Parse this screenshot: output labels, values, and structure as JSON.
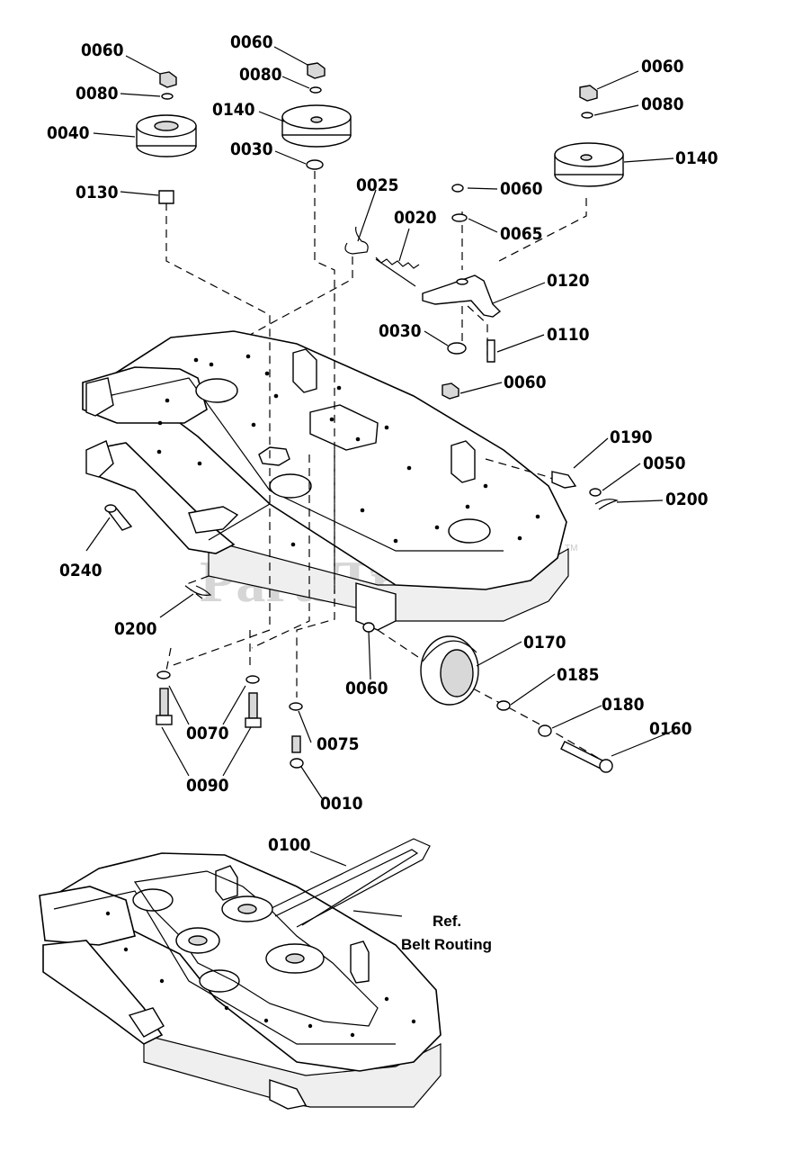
{
  "callouts": [
    {
      "id": "c1",
      "text": "0060"
    },
    {
      "id": "c2",
      "text": "0080"
    },
    {
      "id": "c3",
      "text": "0040"
    },
    {
      "id": "c4",
      "text": "0130"
    },
    {
      "id": "c5",
      "text": "0060"
    },
    {
      "id": "c6",
      "text": "0080"
    },
    {
      "id": "c7",
      "text": "0140"
    },
    {
      "id": "c8",
      "text": "0030"
    },
    {
      "id": "c9",
      "text": "0060"
    },
    {
      "id": "c10",
      "text": "0080"
    },
    {
      "id": "c11",
      "text": "0140"
    },
    {
      "id": "c12",
      "text": "0025"
    },
    {
      "id": "c13",
      "text": "0020"
    },
    {
      "id": "c14",
      "text": "0060"
    },
    {
      "id": "c15",
      "text": "0065"
    },
    {
      "id": "c16",
      "text": "0120"
    },
    {
      "id": "c17",
      "text": "0030"
    },
    {
      "id": "c18",
      "text": "0110"
    },
    {
      "id": "c19",
      "text": "0060"
    },
    {
      "id": "c20",
      "text": "0190"
    },
    {
      "id": "c21",
      "text": "0050"
    },
    {
      "id": "c22",
      "text": "0200"
    },
    {
      "id": "c23",
      "text": "0240"
    },
    {
      "id": "c24",
      "text": "0200"
    },
    {
      "id": "c25",
      "text": "0170"
    },
    {
      "id": "c26",
      "text": "0185"
    },
    {
      "id": "c27",
      "text": "0060"
    },
    {
      "id": "c28",
      "text": "0180"
    },
    {
      "id": "c29",
      "text": "0070"
    },
    {
      "id": "c30",
      "text": "0075"
    },
    {
      "id": "c31",
      "text": "0160"
    },
    {
      "id": "c32",
      "text": "0090"
    },
    {
      "id": "c33",
      "text": "0010"
    },
    {
      "id": "c34",
      "text": "0100"
    }
  ],
  "belt_routing": {
    "line1": "Ref.",
    "line2": "Belt Routing"
  },
  "watermark": {
    "text": "PartsTree",
    "trademark": "TM"
  }
}
